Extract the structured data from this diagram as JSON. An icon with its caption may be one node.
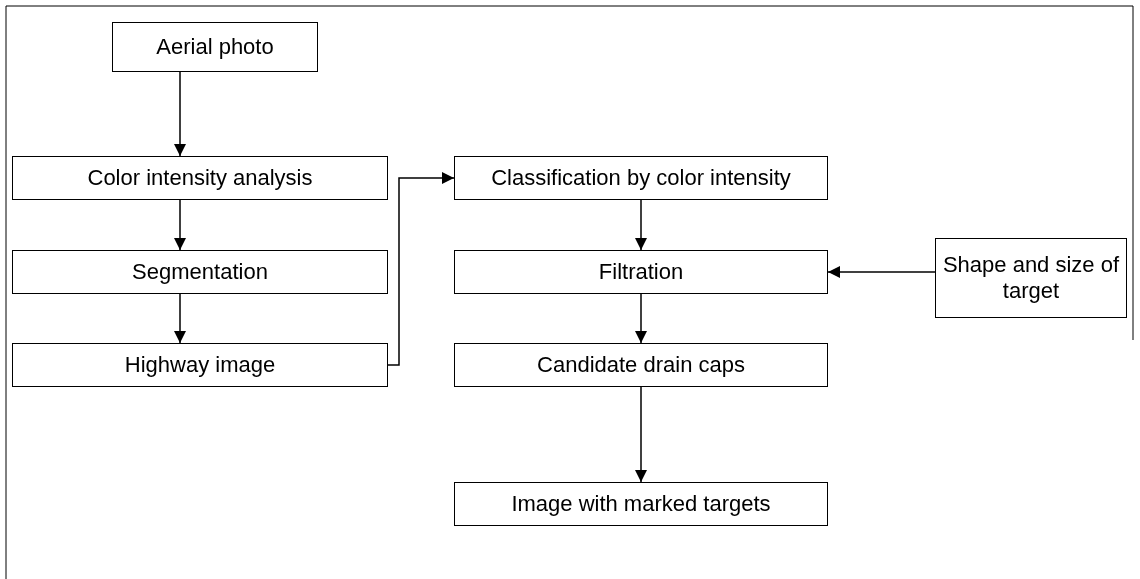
{
  "diagram": {
    "nodes": [
      {
        "text": [
          "Aerial photo"
        ]
      },
      {
        "text": [
          "Color intensity analysis"
        ]
      },
      {
        "text": [
          "Segmentation"
        ]
      },
      {
        "text": [
          "Highway image"
        ]
      },
      {
        "text": [
          "Classification by color intensity"
        ]
      },
      {
        "text": [
          "Filtration"
        ]
      },
      {
        "text": [
          "Shape and size of target"
        ]
      },
      {
        "text": [
          "Candidate drain caps"
        ]
      },
      {
        "text": [
          "Image with marked targets"
        ]
      }
    ],
    "edges": [
      {
        "from": 0,
        "to": 1,
        "arrow": "to"
      },
      {
        "from": 1,
        "to": 2,
        "arrow": "to"
      },
      {
        "from": 2,
        "to": 3,
        "arrow": "to"
      },
      {
        "from": 3,
        "to": 4,
        "arrow": "to"
      },
      {
        "from": 4,
        "to": 5,
        "arrow": "to"
      },
      {
        "from": 6,
        "to": 5,
        "arrow": "to"
      },
      {
        "from": 5,
        "to": 7,
        "arrow": "to"
      },
      {
        "from": 7,
        "to": 8,
        "arrow": "to"
      }
    ]
  }
}
